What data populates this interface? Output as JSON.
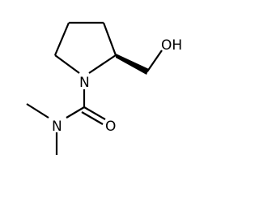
{
  "molecule": {
    "atoms": {
      "nitrogen_ring": "N",
      "nitrogen_amide": "N",
      "oxygen_carbonyl": "O",
      "oxygen_hydroxyl": "OH"
    },
    "colors": {
      "bond": "#000000",
      "label": "#000000",
      "background": "#ffffff"
    }
  }
}
